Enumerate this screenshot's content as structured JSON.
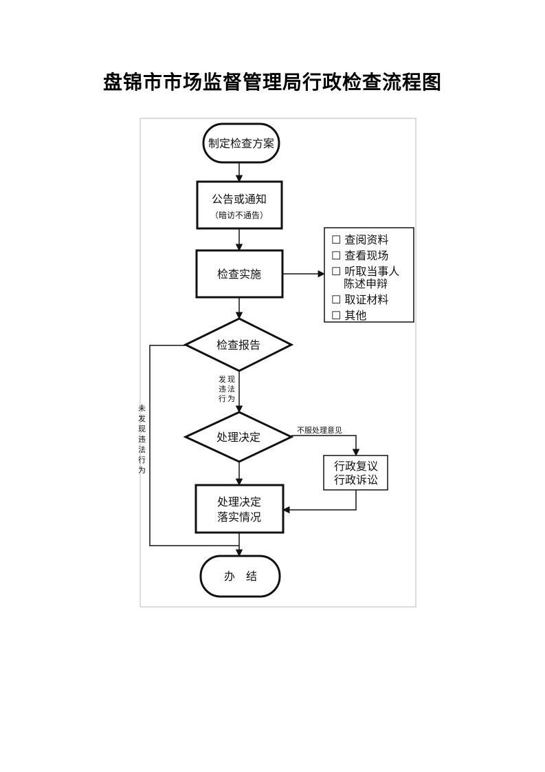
{
  "title": "盘锦市市场监督管理局行政检查流程图",
  "nodes": {
    "start": "制定检查方案",
    "notice": "公告或通知",
    "notice_sub": "（暗访不通告）",
    "inspect": "检查实施",
    "report": "检查报告",
    "decide": "处理决定",
    "review_line1": "行政复议",
    "review_line2": "行政诉讼",
    "implement_line1": "处理决定",
    "implement_line2": "落实情况",
    "end": "办　结"
  },
  "checklist": [
    "☐ 查阅资料",
    "☐ 查看现场",
    "☐ 听取当事人",
    "陈述申辩",
    "☐ 取证材料",
    "☐ 其他"
  ],
  "edges": {
    "found_violation": [
      "发",
      "现",
      "违",
      "法",
      "行",
      "为"
    ],
    "no_violation": [
      "未",
      "发",
      "现",
      "违",
      "法",
      "行",
      "为"
    ],
    "disagree": "不服处理意见"
  }
}
